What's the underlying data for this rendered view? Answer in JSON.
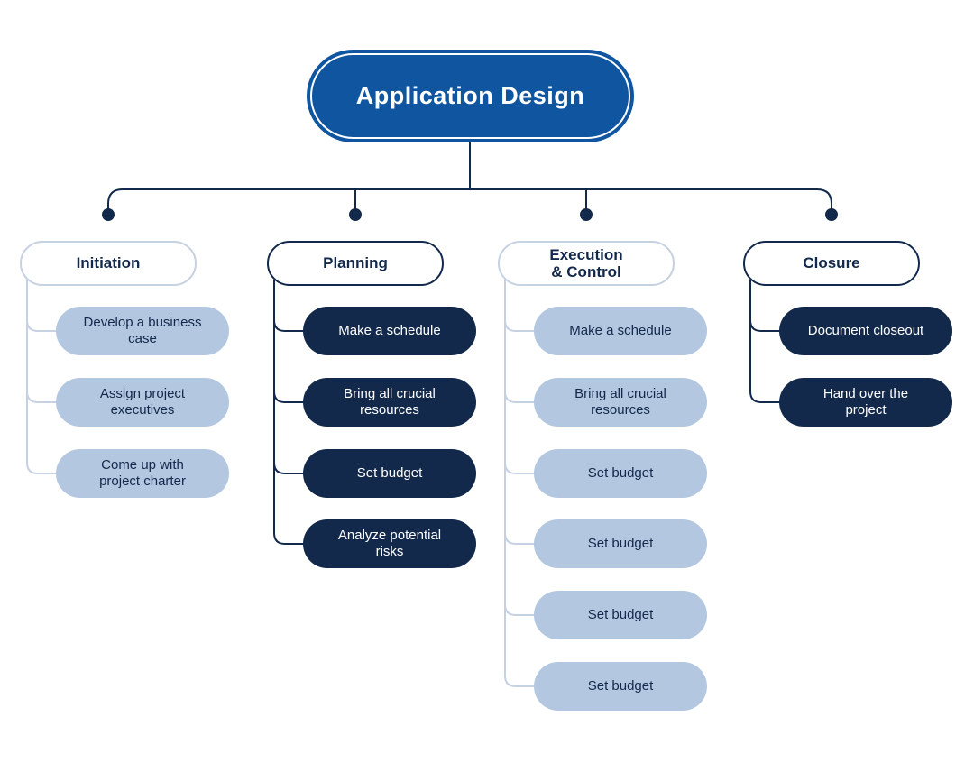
{
  "root": {
    "label": "Application Design"
  },
  "branches": [
    {
      "id": "initiation",
      "label": "Initiation",
      "style": "light",
      "children": [
        "Develop a business\ncase",
        "Assign project\nexecutives",
        "Come up with\nproject charter"
      ]
    },
    {
      "id": "planning",
      "label": "Planning",
      "style": "dark",
      "children": [
        "Make a schedule",
        "Bring all crucial\nresources",
        "Set budget",
        "Analyze potential\nrisks"
      ]
    },
    {
      "id": "execution-control",
      "label": "Execution\n& Control",
      "style": "light",
      "children": [
        "Make a schedule",
        "Bring all crucial\nresources",
        "Set budget",
        "Set budget",
        "Set budget",
        "Set budget"
      ]
    },
    {
      "id": "closure",
      "label": "Closure",
      "style": "dark",
      "children": [
        "Document closeout",
        "Hand over the\nproject"
      ]
    }
  ],
  "colors": {
    "root_fill": "#0f55a0",
    "navy": "#12294b",
    "light_fill": "#b4c7e0",
    "light_line": "#c6d1e2"
  }
}
